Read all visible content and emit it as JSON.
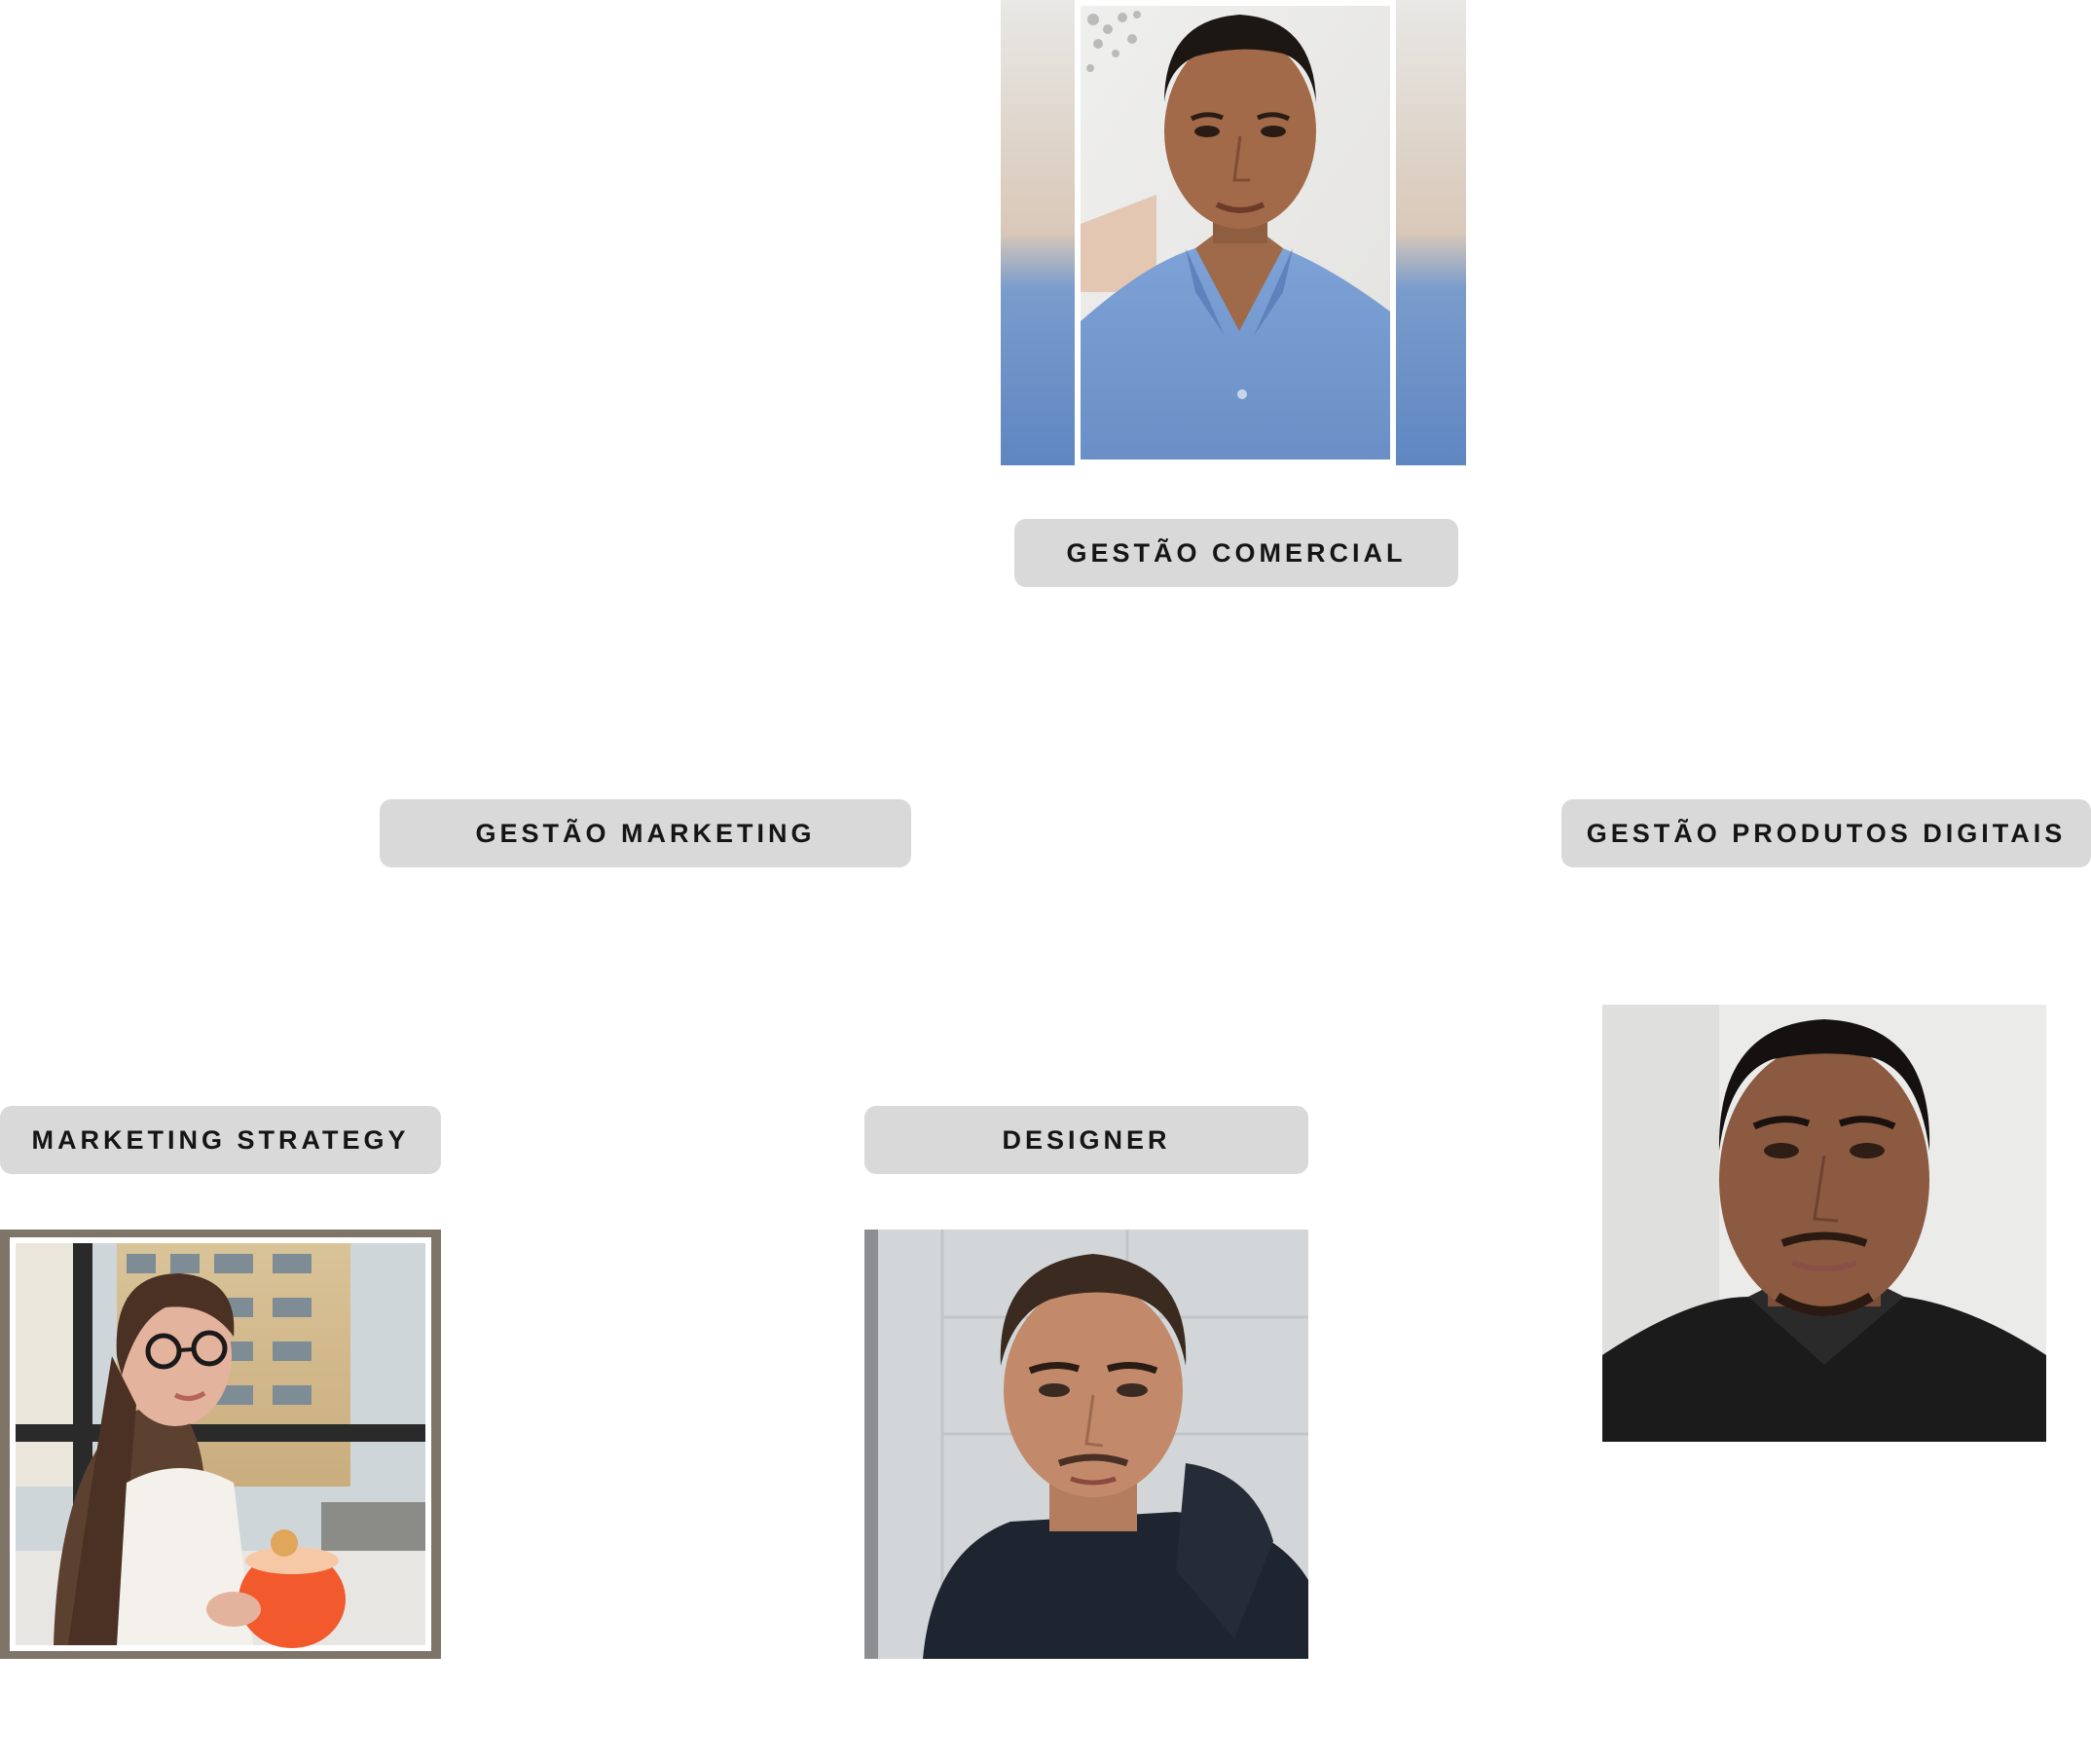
{
  "org_chart": {
    "nodes": [
      {
        "id": "comercial",
        "role": "GESTÃO COMERCIAL",
        "photo": "man-blue-shirt-portrait"
      },
      {
        "id": "marketing",
        "role": "GESTÃO MARKETING"
      },
      {
        "id": "produtos",
        "role": "GESTÃO PRODUTOS DIGITAIS"
      },
      {
        "id": "strategy",
        "role": "MARKETING STRATEGY",
        "photo": "woman-glasses-portrait"
      },
      {
        "id": "designer",
        "role": "DESIGNER",
        "photo": "man-dark-hoodie-portrait"
      },
      {
        "id": "produtos-person",
        "photo": "man-black-polo-portrait"
      }
    ]
  },
  "colors": {
    "label_background": "#d9d9d9",
    "label_text": "#151515",
    "background": "#ffffff"
  }
}
